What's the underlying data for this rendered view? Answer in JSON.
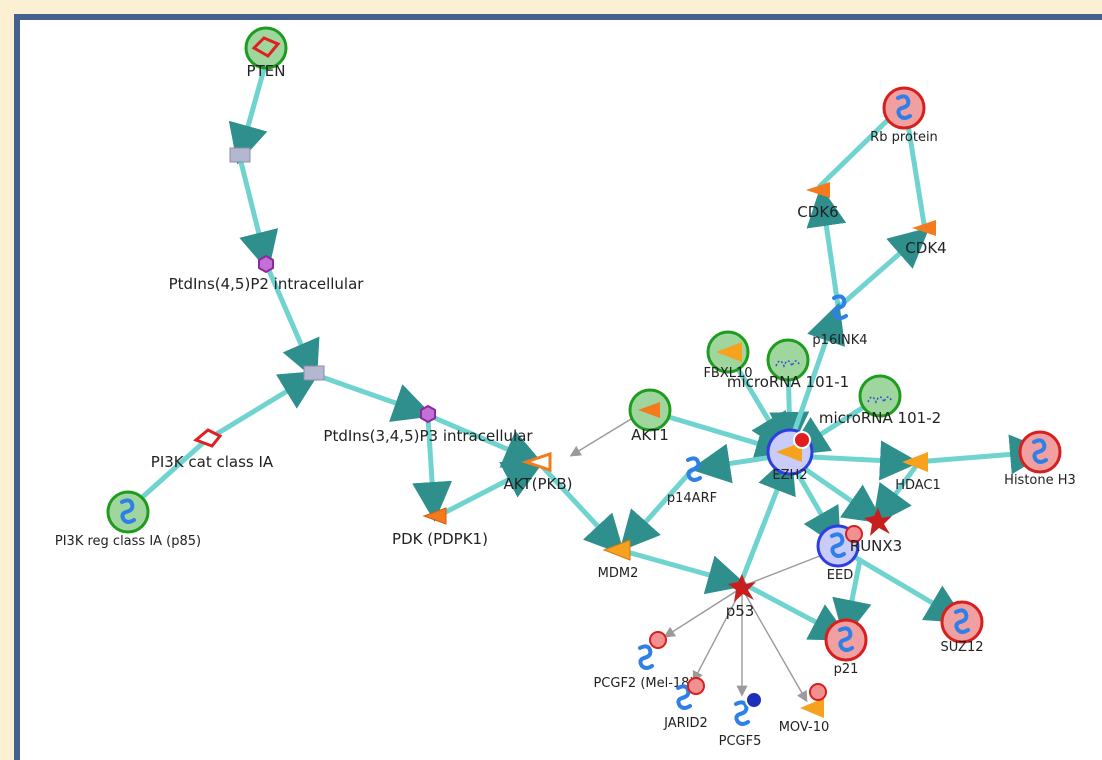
{
  "nodes": {
    "pten": {
      "label": "PTEN"
    },
    "ptdins45p2": {
      "label": "PtdIns(4,5)P2 intracellular"
    },
    "ptdins345p3": {
      "label": "PtdIns(3,4,5)P3 intracellular"
    },
    "pi3k_cat": {
      "label": "PI3K cat class IA"
    },
    "pi3k_reg": {
      "label": "PI3K reg class IA (p85)"
    },
    "pdk": {
      "label": "PDK (PDPK1)"
    },
    "akt_pkb": {
      "label": "AKT(PKB)"
    },
    "akt1": {
      "label": "AKT1"
    },
    "mdm2": {
      "label": "MDM2"
    },
    "p14arf": {
      "label": "p14ARF"
    },
    "p53": {
      "label": "p53"
    },
    "ezh2": {
      "label": "EZH2"
    },
    "eed": {
      "label": "EED"
    },
    "runx3": {
      "label": "RUNX3"
    },
    "hdac1": {
      "label": "HDAC1"
    },
    "histone_h3": {
      "label": "Histone H3"
    },
    "suz12": {
      "label": "SUZ12"
    },
    "p21": {
      "label": "p21"
    },
    "rb_protein": {
      "label": "Rb protein"
    },
    "cdk6": {
      "label": "CDK6"
    },
    "cdk4": {
      "label": "CDK4"
    },
    "p16ink4": {
      "label": "p16INK4"
    },
    "fbxl10": {
      "label": "FBXL10"
    },
    "microrna_101_1": {
      "label": "microRNA 101-1"
    },
    "microrna_101_2": {
      "label": "microRNA 101-2"
    },
    "pcgf2": {
      "label": "PCGF2 (Mel-18)"
    },
    "jarid2": {
      "label": "JARID2"
    },
    "pcgf5": {
      "label": "PCGF5"
    },
    "mov10": {
      "label": "MOV-10"
    }
  },
  "colors": {
    "frame_border": "#45608e",
    "background_margin": "#fbf0d2",
    "edge_main": "#6fd3cf",
    "edge_thin": "#9a9a9a",
    "up_ring": "#1e9c1e",
    "up_fill": "#9ed69e",
    "down_ring": "#d91e1e",
    "down_fill": "#f0a0a0",
    "hub_ring": "#2d3fe0",
    "protein_blue": "#2f7fe8",
    "kinase_orange": "#f47a1e",
    "small_molecule_purple": "#8a2a9e",
    "complex_gray": "#b5b7d0"
  }
}
